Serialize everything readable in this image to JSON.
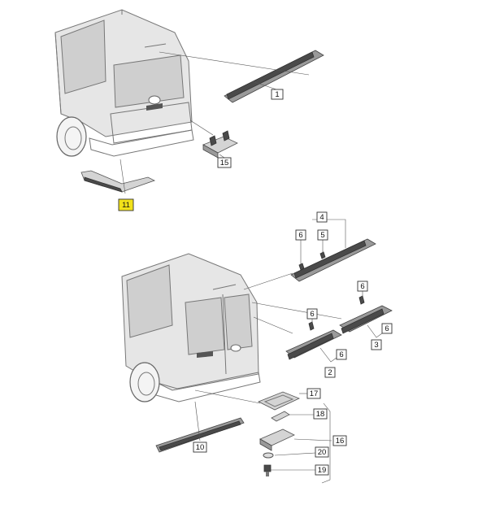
{
  "colors": {
    "highlight": "#f2e21a",
    "line": "#555555"
  },
  "callouts": {
    "c1": "1",
    "c15": "15",
    "c11": "11",
    "c4": "4",
    "c6a": "6",
    "c5": "5",
    "c6b": "6",
    "c6c": "6",
    "c6d": "6",
    "c3": "3",
    "c6e": "6",
    "c2": "2",
    "c17": "17",
    "c18": "18",
    "c16": "16",
    "c20": "20",
    "c19": "19",
    "c10": "10"
  }
}
